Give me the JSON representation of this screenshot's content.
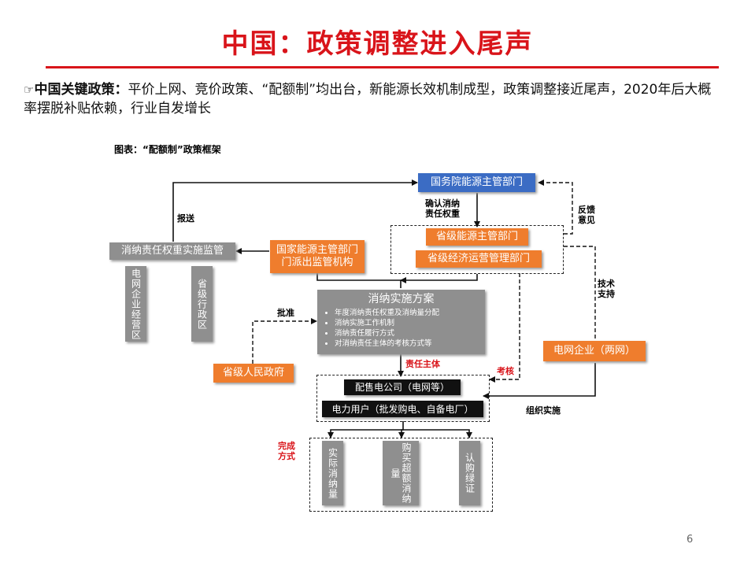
{
  "slide": {
    "title": "中国：政策调整进入尾声",
    "intro_icon": "pointing-hand-icon",
    "intro_lead": "中国关键政策：",
    "intro_text": "平价上网、竞价政策、“配额制”均出台，新能源长效机制成型，政策调整接近尾声，2020年后大概率摆脱补贴依赖，行业自发增长",
    "figure_caption": "图表：“配额制”政策框架",
    "page_number": "6"
  },
  "diagram": {
    "state_council": "国务院能源主管部门",
    "confirm_label": "确认消纳\n责任权重",
    "feedback_label": "反馈\n意见",
    "report_label": "报送",
    "provincial_energy": "省级能源主管部门",
    "provincial_econ": "省级经济运营管理部门",
    "supervision": "消纳责任权重实施监管",
    "grid_area": "电网企业经营区",
    "provincial_area": "省级行政区",
    "nea_branch": "国家能源主管部门\n门派出监管机构",
    "tech_label": "技术\n支持",
    "plan_title": "消纳实施方案",
    "plan_items": [
      "年度消纳责任权重及消纳量分配",
      "消纳实施工作机制",
      "消纳责任履行方式",
      "对消纳责任主体的考核方式等"
    ],
    "approve_label": "批准",
    "provincial_gov": "省级人民政府",
    "responsible_label": "责任主体",
    "assess_label": "考核",
    "grid_company": "电网企业（两网）",
    "retail_company": "配售电公司（电网等）",
    "power_user": "电力用户（批发购电、自备电厂）",
    "organize_label": "组织实施",
    "completion_label": "完成\n方式",
    "methods": [
      "实际消纳量",
      "购买超额消纳量",
      "认购绿证"
    ]
  },
  "colors": {
    "accent": "#d9141a",
    "blue": "#3b6cc4",
    "orange": "#ef7d2d",
    "gray": "#8f8f8f"
  }
}
